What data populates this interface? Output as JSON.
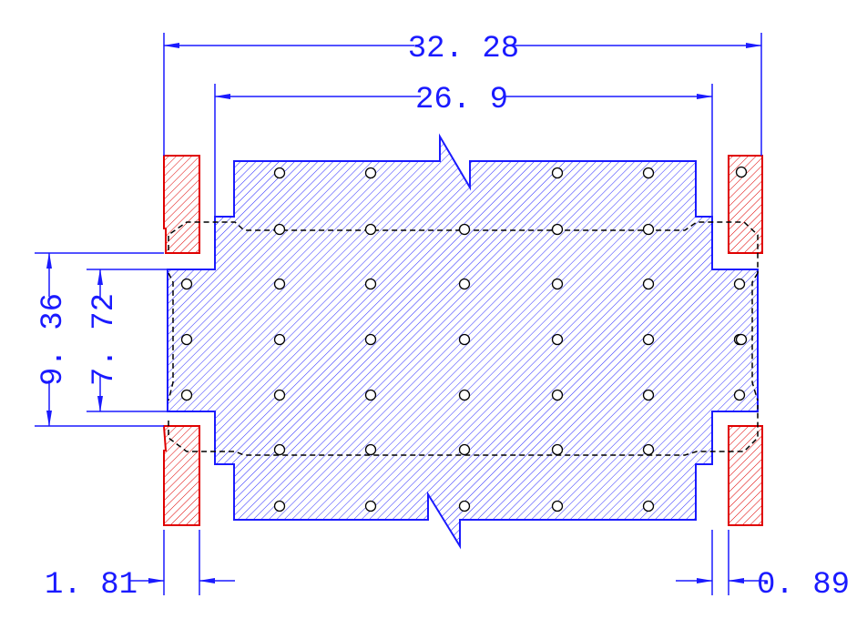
{
  "drawing": {
    "dimensions": {
      "overall_width": "32. 28",
      "inner_width": "26. 9",
      "outer_height": "9. 36",
      "inner_height": "7. 72",
      "left_gap": "1. 81",
      "right_gap": "0. 89"
    },
    "colors": {
      "dimension": "#1a1aff",
      "body_outline": "#1a1aff",
      "body_hatch": "#2a2aff",
      "pad_outline": "#e00000",
      "pad_hatch": "#e00000",
      "hidden_line": "#000000",
      "background": "#ffffff"
    }
  }
}
